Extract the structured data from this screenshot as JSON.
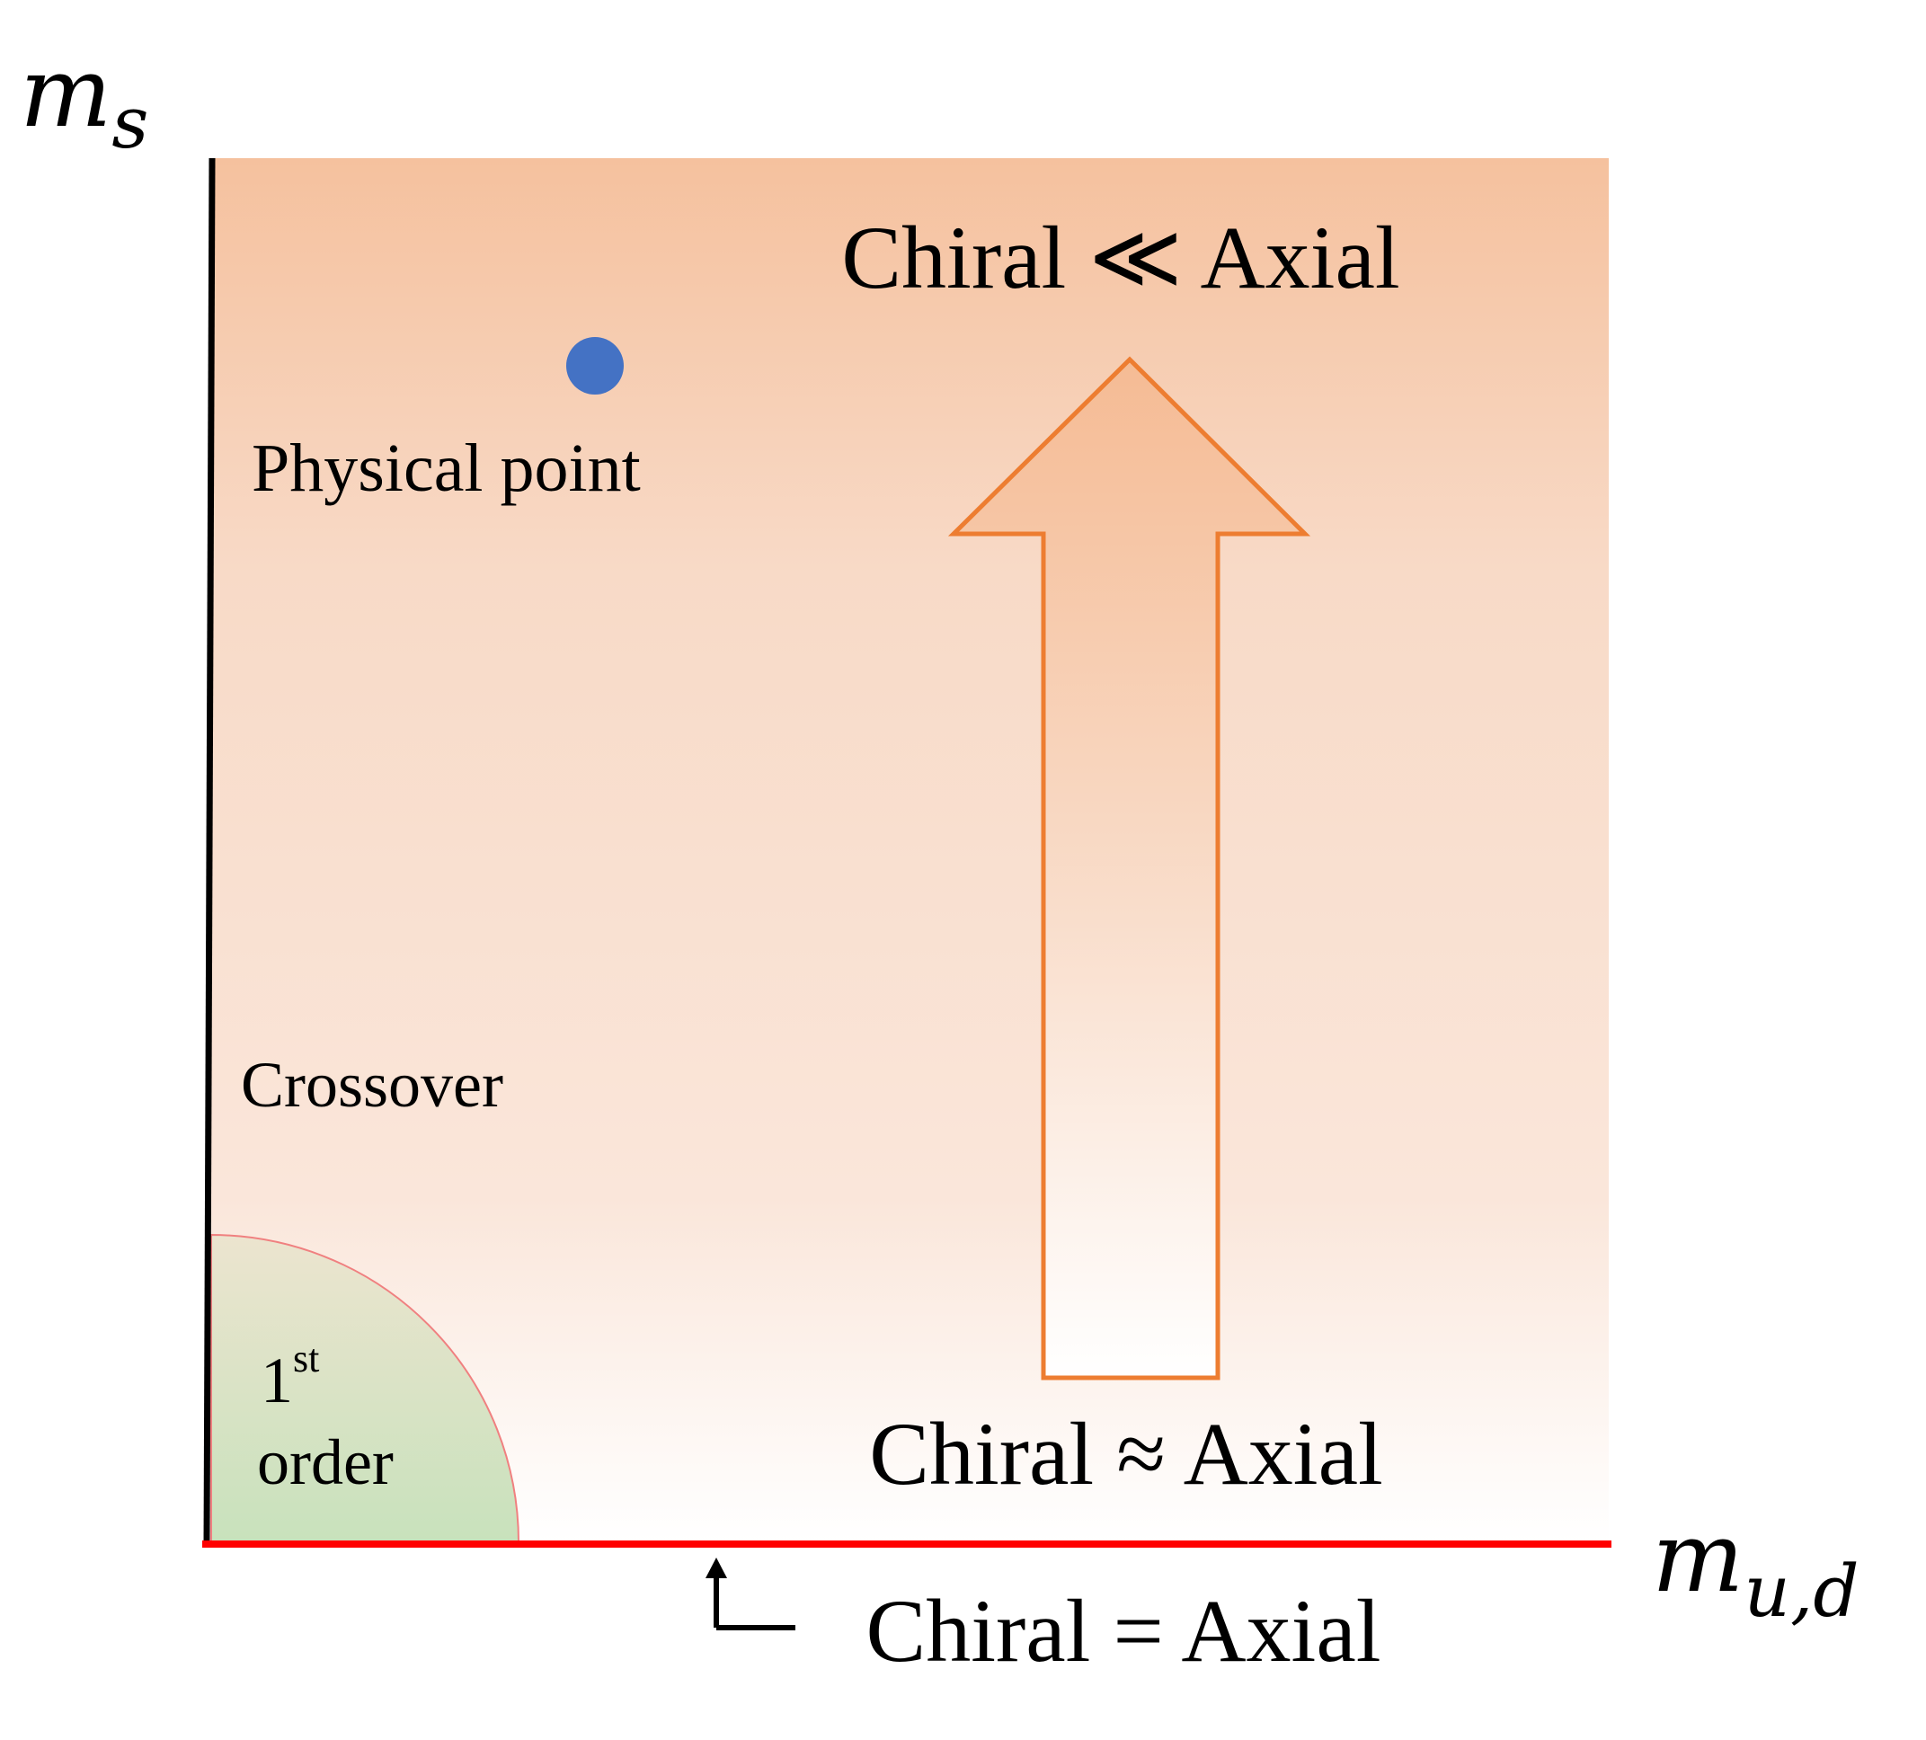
{
  "axes": {
    "y_label_main": "m",
    "y_label_sub": "s",
    "x_label_main": "m",
    "x_label_sub": "u,d"
  },
  "labels": {
    "top": "Chiral ≪ Axial",
    "physical_point": "Physical point",
    "crossover": "Crossover",
    "first_order_num": "1",
    "first_order_sup": "st",
    "first_order_word": "order",
    "middle": "Chiral ≈ Axial",
    "bottom": "Chiral = Axial"
  },
  "colors": {
    "region_top": "#f5c19e",
    "region_bottom": "#ffffff",
    "first_order_region": "#c8e2bc",
    "first_order_edge": "#f08080",
    "physical_point": "#4472c4",
    "arrow_stroke": "#ed7d31",
    "chiral_limit_line": "#ff0000",
    "axis": "#000000"
  },
  "icons": {
    "physical_point": "filled-circle",
    "trend_arrow": "up-block-arrow",
    "pointer": "elbow-up-arrow"
  }
}
